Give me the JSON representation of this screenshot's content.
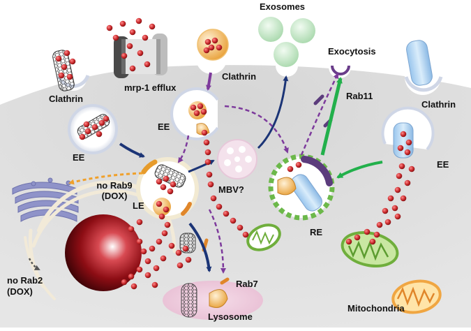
{
  "labels": {
    "exosomes": "Exosomes",
    "exocytosis": "Exocytosis",
    "clathrin_top_left": "Clathrin",
    "clathrin_top_center": "Clathrin",
    "clathrin_right": "Clathrin",
    "mrp1_efflux": "mrp-1 efflux",
    "rab11": "Rab11",
    "ee_left": "EE",
    "ee_center": "EE",
    "ee_right": "EE",
    "no_rab9": "no Rab9",
    "no_rab9_dox": "(DOX)",
    "le": "LE",
    "mbv": "MBV?",
    "re": "RE",
    "rab7": "Rab7",
    "lysosome": "Lysosome",
    "no_rab2": "no Rab2",
    "no_rab2_dox": "(DOX)",
    "mitochondria": "Mitochondria"
  },
  "colors": {
    "cytoplasm": "#dcdcdc",
    "dox_particle": "#c8282b",
    "solid_arrow_navy": "#1b3476",
    "dashed_arrow_purple": "#7d3a9c",
    "rab11_arrow_green": "#22b04b",
    "rab9_dashed_orange": "#f0a02a",
    "exosome_green": "#bfe3c2",
    "mitochondria_green": "#6fae3c",
    "mitochondria_orange": "#f0a642",
    "lysosome_pink": "#ecc8dd",
    "nucleus_red": "#8d0d14"
  },
  "icons": [
    "dox-particle-icon",
    "nanotube-cage-icon",
    "nanotube-cylinder-icon",
    "vesicle-icon",
    "mitochondrion-icon",
    "golgi-icon",
    "nucleus-icon",
    "efflux-pump-icon"
  ]
}
